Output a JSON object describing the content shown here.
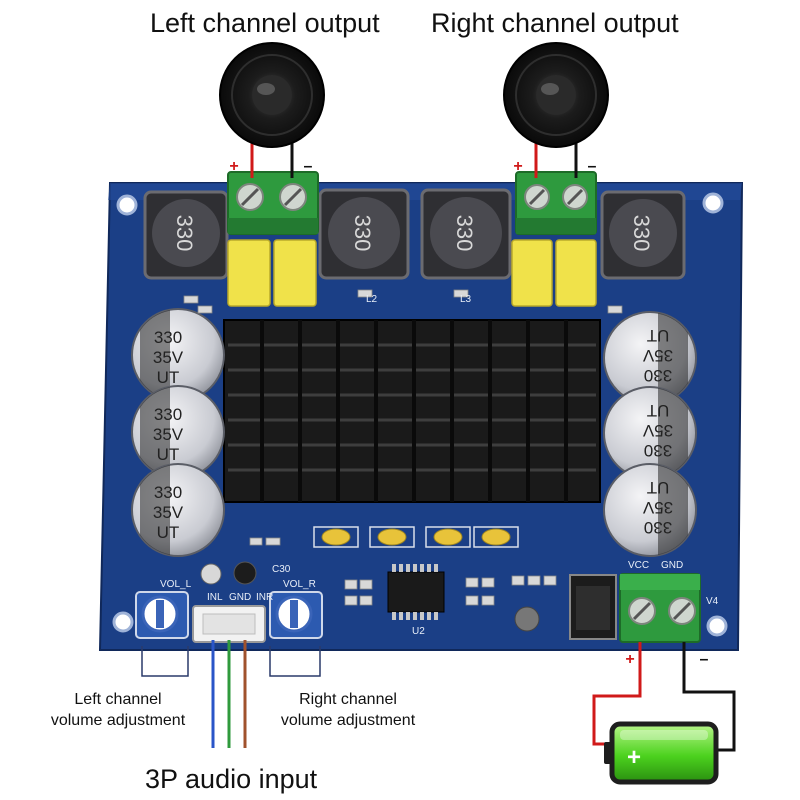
{
  "labels": {
    "left_output": "Left channel output",
    "right_output": "Right channel output",
    "left_volume_line1": "Left channel",
    "left_volume_line2": "volume adjustment",
    "right_volume_line1": "Right channel",
    "right_volume_line2": "volume adjustment",
    "audio_input": "3P audio input"
  },
  "polarity": {
    "plus": "+",
    "minus": "–"
  },
  "components": {
    "inductor_value": "330",
    "capacitor_value": "330",
    "capacitor_voltage": "35V",
    "capacitor_series": "UT"
  },
  "silkscreen": {
    "vol_l": "VOL_L",
    "vol_r": "VOL_R",
    "inl": "INL",
    "gnd": "GND",
    "inr": "INR",
    "vcc": "VCC",
    "power_gnd": "GND",
    "l2": "L2",
    "l3": "L3",
    "v4": "V4",
    "u2": "U2",
    "c30": "C30"
  },
  "colors": {
    "pcb": "#1b3f86",
    "heatsink": "#1a1a1a",
    "terminal": "#2e9a3e",
    "film_cap": "#f0e24a",
    "wire_red": "#d01a1a",
    "wire_black": "#111111",
    "wire_blue": "#2a55c8",
    "wire_green": "#2f9a3c",
    "wire_brown": "#a0522d",
    "battery_green": "#4cd21e"
  }
}
